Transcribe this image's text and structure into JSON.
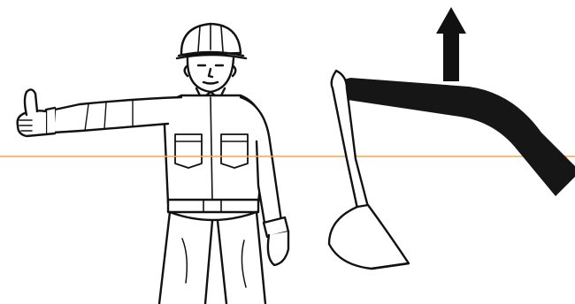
{
  "colors": {
    "background": "#ffffff",
    "ink": "#111111",
    "arm": "#161616",
    "guide_line": "#f4a64a"
  },
  "figure": {
    "subject": "worker-with-hard-hat",
    "gesture": "arm-extended-thumb-up"
  },
  "machine": {
    "part": "excavator-boom-and-bucket"
  },
  "arrow": {
    "direction": "up"
  }
}
